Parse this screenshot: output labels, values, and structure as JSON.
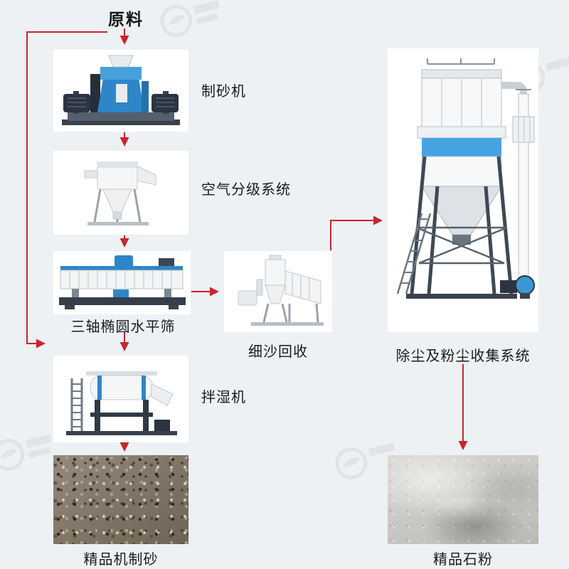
{
  "colors": {
    "accent": "#c9252c",
    "background": "#edf1f4"
  },
  "source": {
    "label": "原料"
  },
  "flow": {
    "sand_maker": "制砂机",
    "air_classifier": "空气分级系统",
    "triaxial_screen": "三轴椭圆水平筛",
    "fine_sand_recovery": "细沙回收",
    "wet_mixer": "拌湿机",
    "dust_collection": "除尘及粉尘收集系统",
    "machine_sand": "精品机制砂",
    "stone_powder": "精品石粉"
  }
}
